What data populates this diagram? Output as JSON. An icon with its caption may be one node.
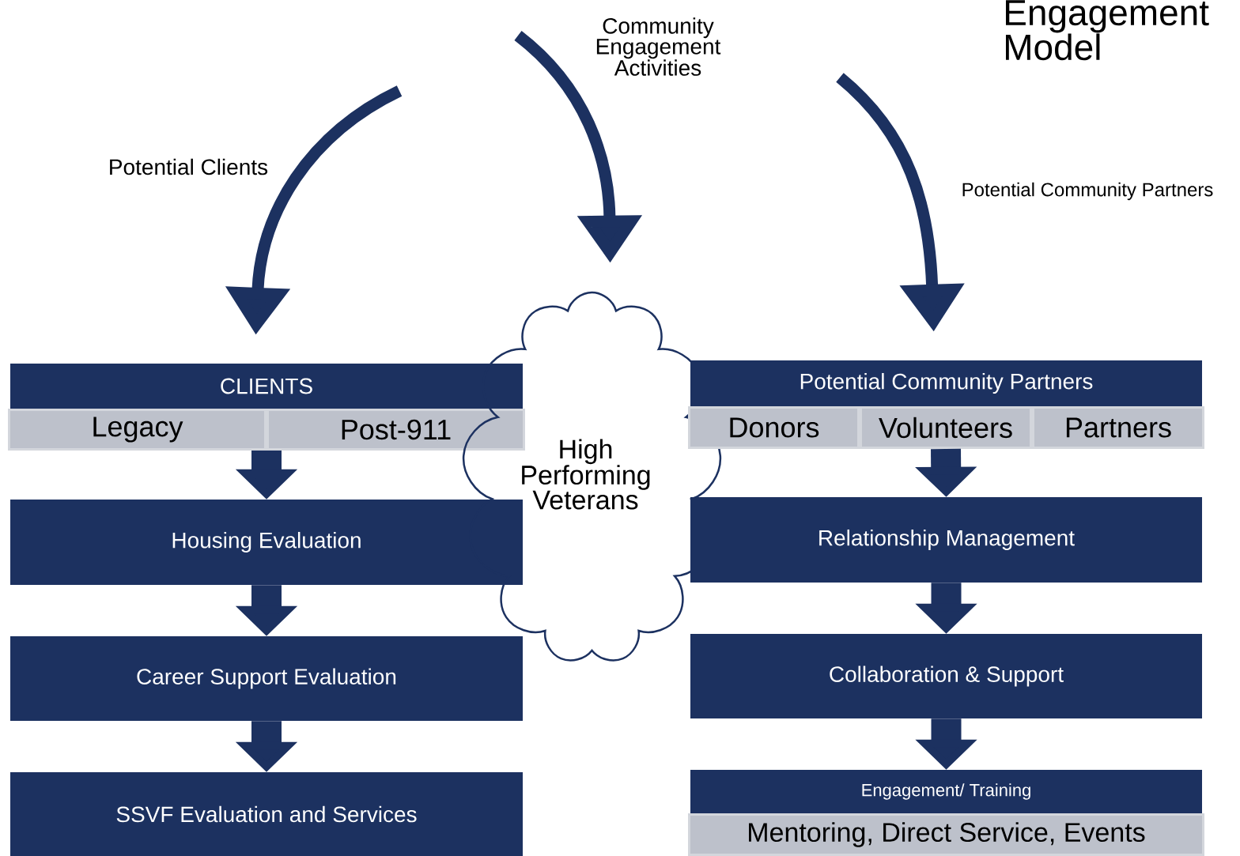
{
  "diagram": {
    "title": "Engagement Model",
    "nodes": [
      {
        "text": [
          "CLIENTS"
        ]
      },
      {
        "text": [
          "Legacy"
        ]
      },
      {
        "text": [
          "Post-911"
        ]
      },
      {
        "text": [
          "Housing Evaluation"
        ]
      },
      {
        "text": [
          "Career Support Evaluation"
        ]
      },
      {
        "text": [
          "SSVF Evaluation and Services"
        ]
      },
      {
        "text": [
          "High Performing Veterans"
        ]
      },
      {
        "text": [
          "Potential Community Partners"
        ]
      },
      {
        "text": [
          "Donors"
        ]
      },
      {
        "text": [
          "Volunteers"
        ]
      },
      {
        "text": [
          "Partners"
        ]
      },
      {
        "text": [
          "Relationship Management"
        ]
      },
      {
        "text": [
          "Collaboration & Support"
        ]
      },
      {
        "text": [
          "Engagement/ Training"
        ]
      },
      {
        "text": [
          "Mentoring, Direct Service, Events"
        ]
      }
    ],
    "edges": [
      {
        "from": null,
        "to": 0,
        "arrow": "to",
        "label": "Potential Clients"
      },
      {
        "from": null,
        "to": 6,
        "arrow": "to",
        "label": "Community Engagement Activities"
      },
      {
        "from": null,
        "to": 7,
        "arrow": "to",
        "label": "Potential Community Partners"
      },
      {
        "from": 1,
        "to": 3,
        "arrow": "to"
      },
      {
        "from": 2,
        "to": 3,
        "arrow": "to"
      },
      {
        "from": 3,
        "to": 4,
        "arrow": "to"
      },
      {
        "from": 4,
        "to": 5,
        "arrow": "to"
      },
      {
        "from": 9,
        "to": 11,
        "arrow": "to"
      },
      {
        "from": 11,
        "to": 12,
        "arrow": "to"
      },
      {
        "from": 12,
        "to": 13,
        "arrow": "to"
      }
    ]
  }
}
